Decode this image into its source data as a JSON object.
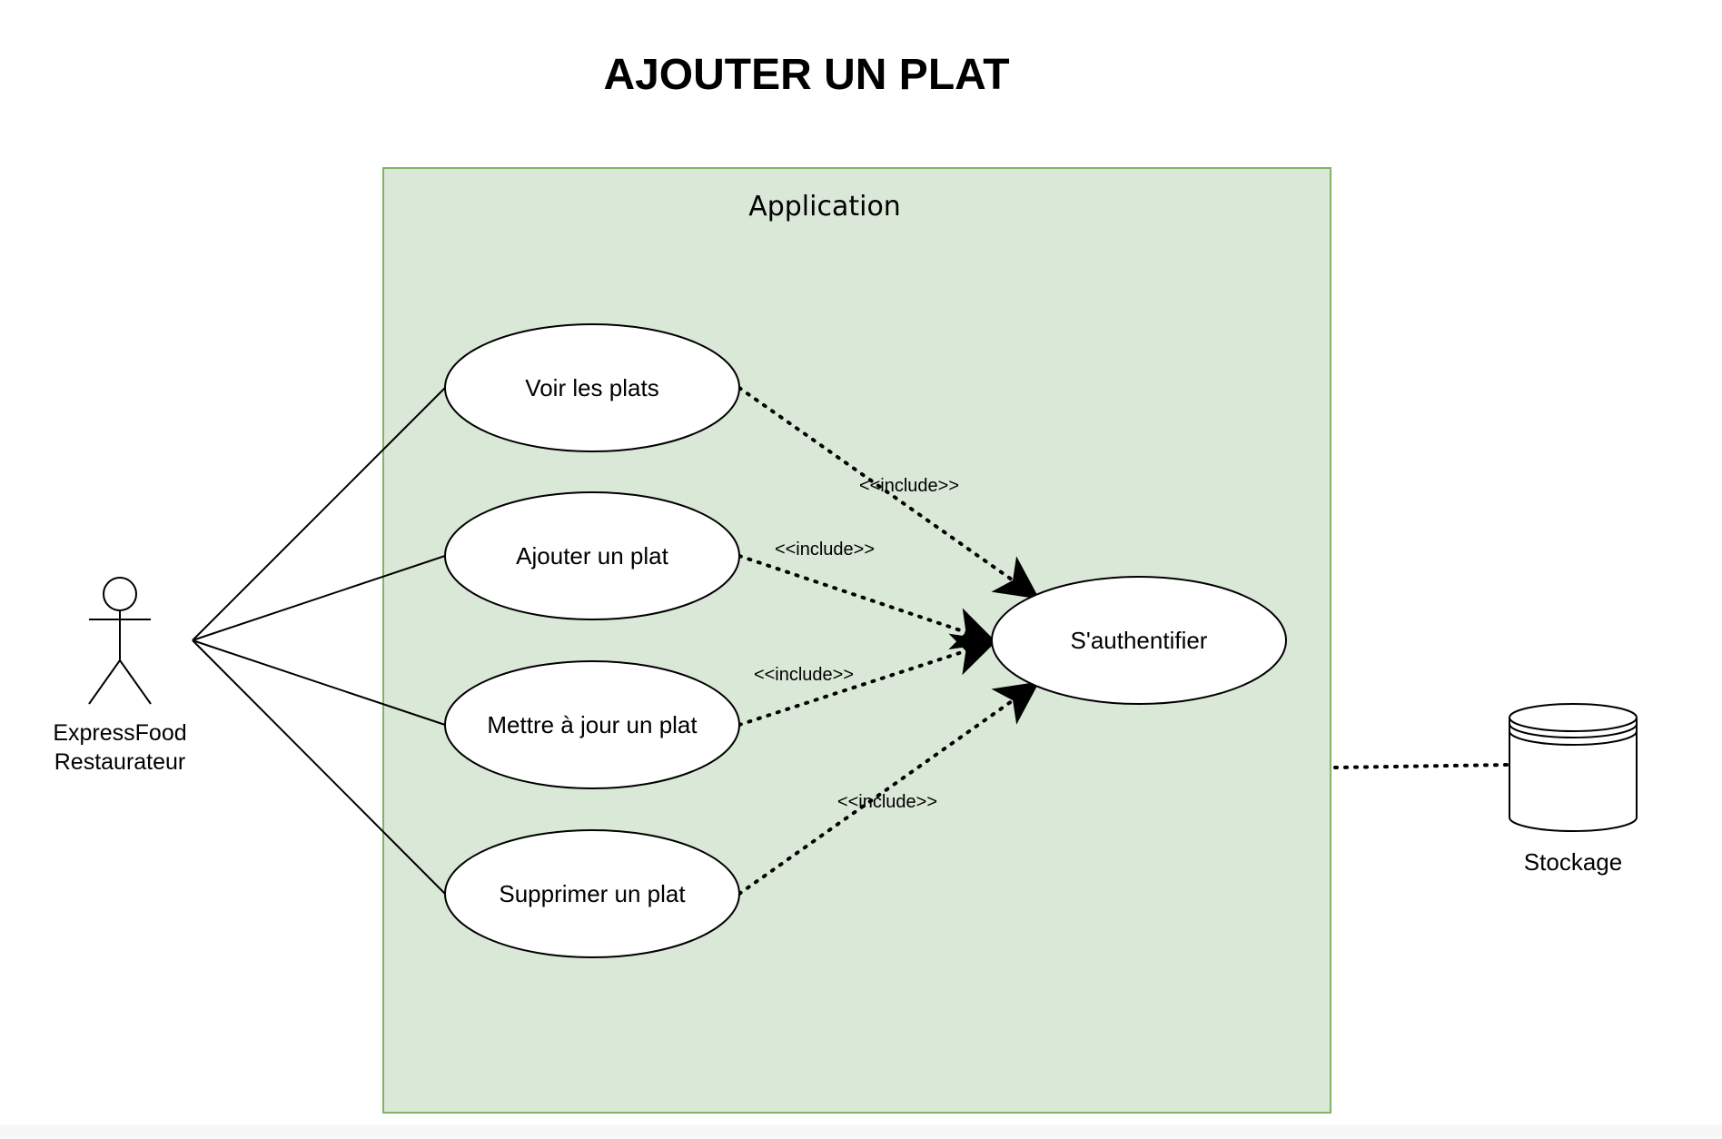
{
  "title": "AJOUTER UN PLAT",
  "system": {
    "label": "Application"
  },
  "actor": {
    "line1": "ExpressFood",
    "line2": "Restaurateur"
  },
  "use_cases": [
    {
      "label": "Voir les plats"
    },
    {
      "label": "Ajouter un plat"
    },
    {
      "label": "Mettre à jour un plat"
    },
    {
      "label": "Supprimer un plat"
    }
  ],
  "auth_use_case": {
    "label": "S'authentifier"
  },
  "relationships": [
    {
      "from": "Voir les plats",
      "to": "S'authentifier",
      "label": "<<include>>"
    },
    {
      "from": "Ajouter un plat",
      "to": "S'authentifier",
      "label": "<<include>>"
    },
    {
      "from": "Mettre à jour un plat",
      "to": "S'authentifier",
      "label": "<<include>>"
    },
    {
      "from": "Supprimer un plat",
      "to": "S'authentifier",
      "label": "<<include>>"
    }
  ],
  "storage": {
    "label": "Stockage"
  },
  "colors": {
    "boundary_fill": "#dae8d7",
    "boundary_stroke": "#82b366"
  }
}
